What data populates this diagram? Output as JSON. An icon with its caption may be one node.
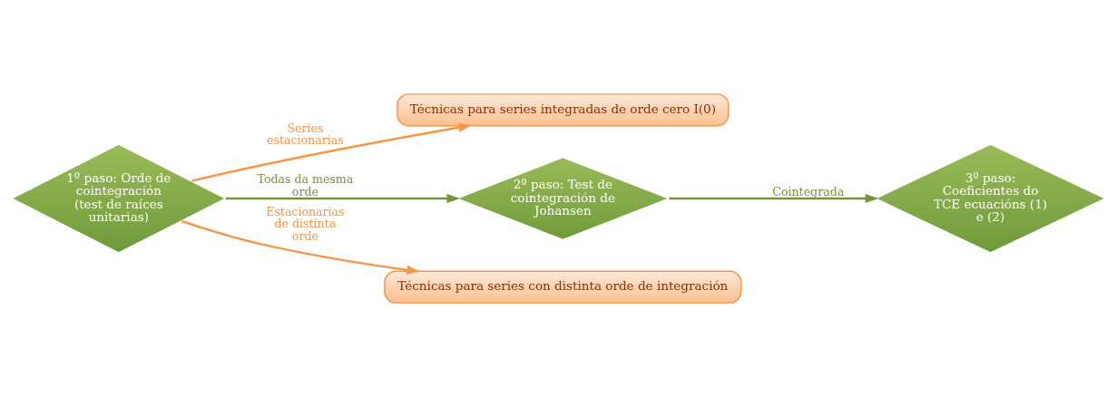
{
  "diagram": {
    "nodes": [
      {
        "text": [
          "1º paso: Orde de cointegración (test de raíces unitarias)"
        ]
      },
      {
        "text": [
          "Técnicas para series integradas de orde cero I(0)"
        ]
      },
      {
        "text": [
          "2º paso: Test de cointegración de Johansen"
        ]
      },
      {
        "text": [
          "3º paso: Coeficientes do TCE ecuacións (1) e (2)"
        ]
      },
      {
        "text": [
          "Técnicas para series con distinta orde de integración"
        ]
      }
    ],
    "edges": [
      {
        "from": 0,
        "to": 1,
        "arrow": "to",
        "label": "Series estacionarias",
        "color": "#f79646"
      },
      {
        "from": 0,
        "to": 2,
        "arrow": "to",
        "label": "Todas da mesma orde",
        "color": "#77933c"
      },
      {
        "from": 2,
        "to": 3,
        "arrow": "to",
        "label": "Cointegrada",
        "color": "#77933c"
      },
      {
        "from": 0,
        "to": 4,
        "arrow": "to",
        "label": "Estacionarias de distinta orde",
        "color": "#f79646"
      }
    ]
  }
}
